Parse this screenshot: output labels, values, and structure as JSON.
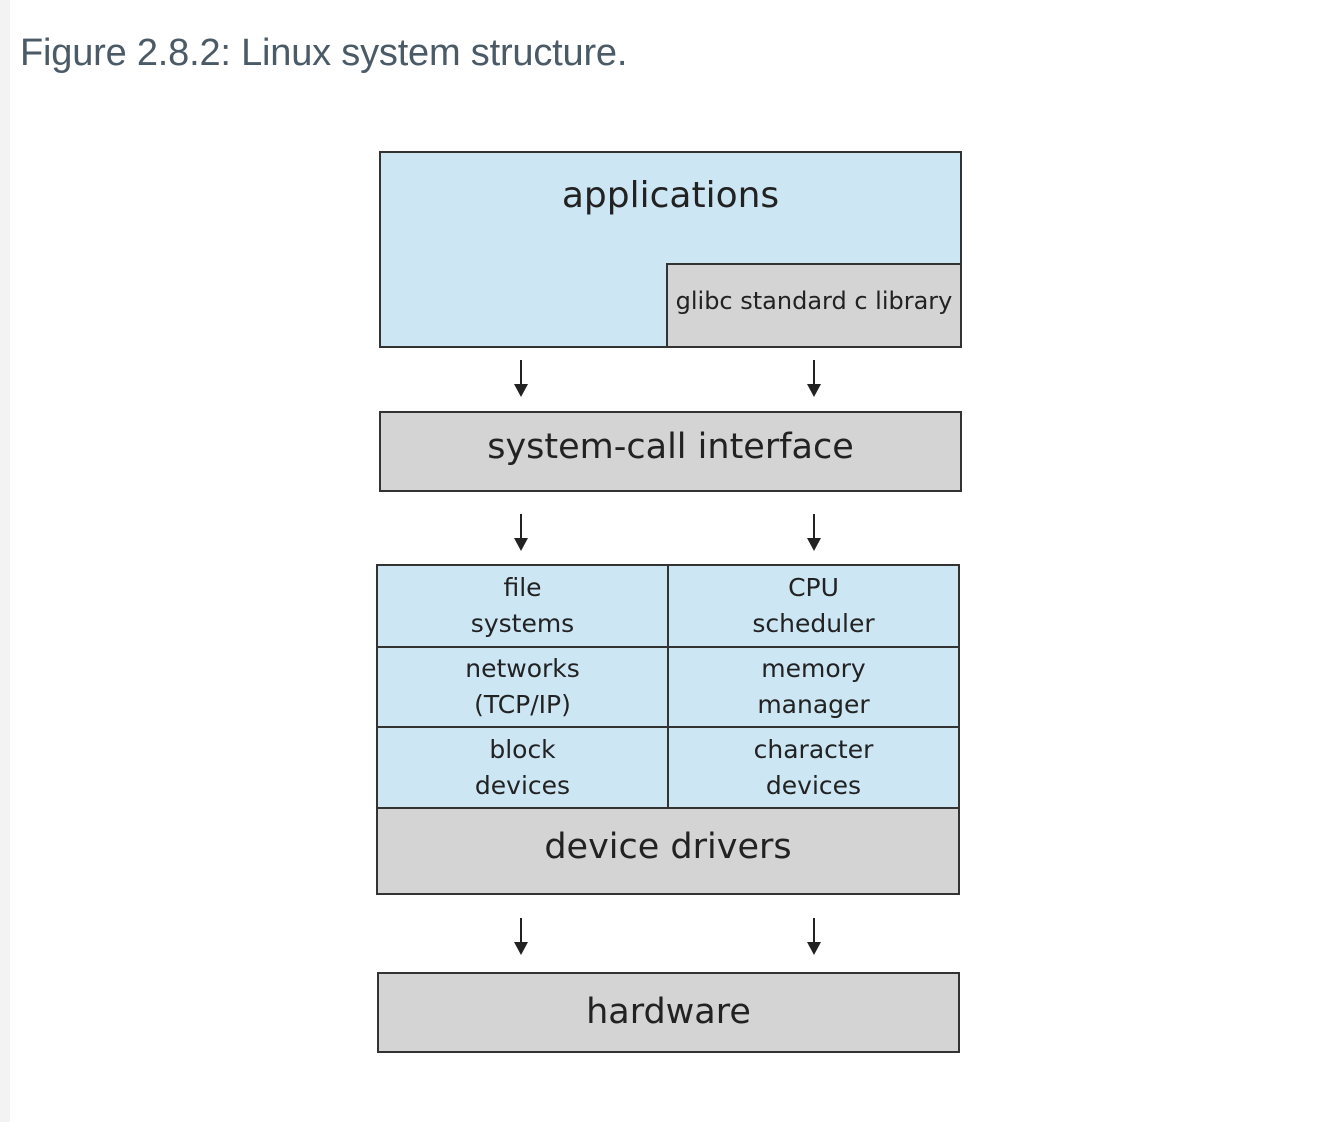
{
  "caption": "Figure 2.8.2: Linux system structure.",
  "diagram": {
    "applications": "applications",
    "glibc": "glibc standard c library",
    "syscall": "system-call interface",
    "kernel": {
      "file_systems": "file\nsystems",
      "cpu_scheduler": "CPU\nscheduler",
      "networks": "networks\n(TCP/IP)",
      "memory_manager": "memory\nmanager",
      "block_devices": "block\ndevices",
      "character_devices": "character\ndevices"
    },
    "device_drivers": "device drivers",
    "hardware": "hardware"
  },
  "colors": {
    "user_space_blue": "#cce6f4",
    "kernel_gray": "#d4d4d4",
    "caption_text": "#4a5a66"
  }
}
